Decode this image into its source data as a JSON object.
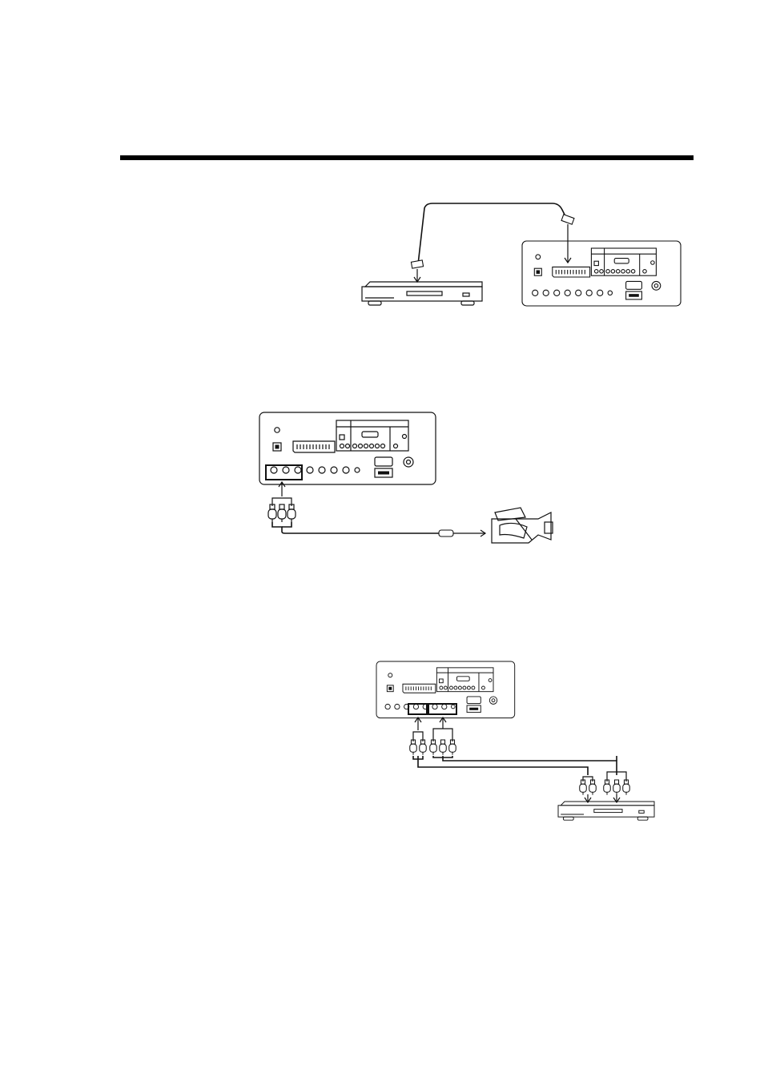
{
  "page": {
    "header_rule": "black-horizontal-rule"
  },
  "diagrams": [
    {
      "id": "scart-connection",
      "devices": [
        "dvd-player-icon",
        "tv-rear-panel-icon"
      ],
      "cable": "scart-cable-icon"
    },
    {
      "id": "camcorder-av-connection",
      "devices": [
        "tv-rear-panel-icon",
        "camcorder-icon"
      ],
      "cable": "rca-av-cable-icon"
    },
    {
      "id": "component-connection",
      "devices": [
        "tv-rear-panel-icon",
        "dvd-player-icon"
      ],
      "cable": "component-rca-cable-icon"
    }
  ],
  "colors": {
    "ink": "#111111",
    "paper": "#ffffff"
  }
}
